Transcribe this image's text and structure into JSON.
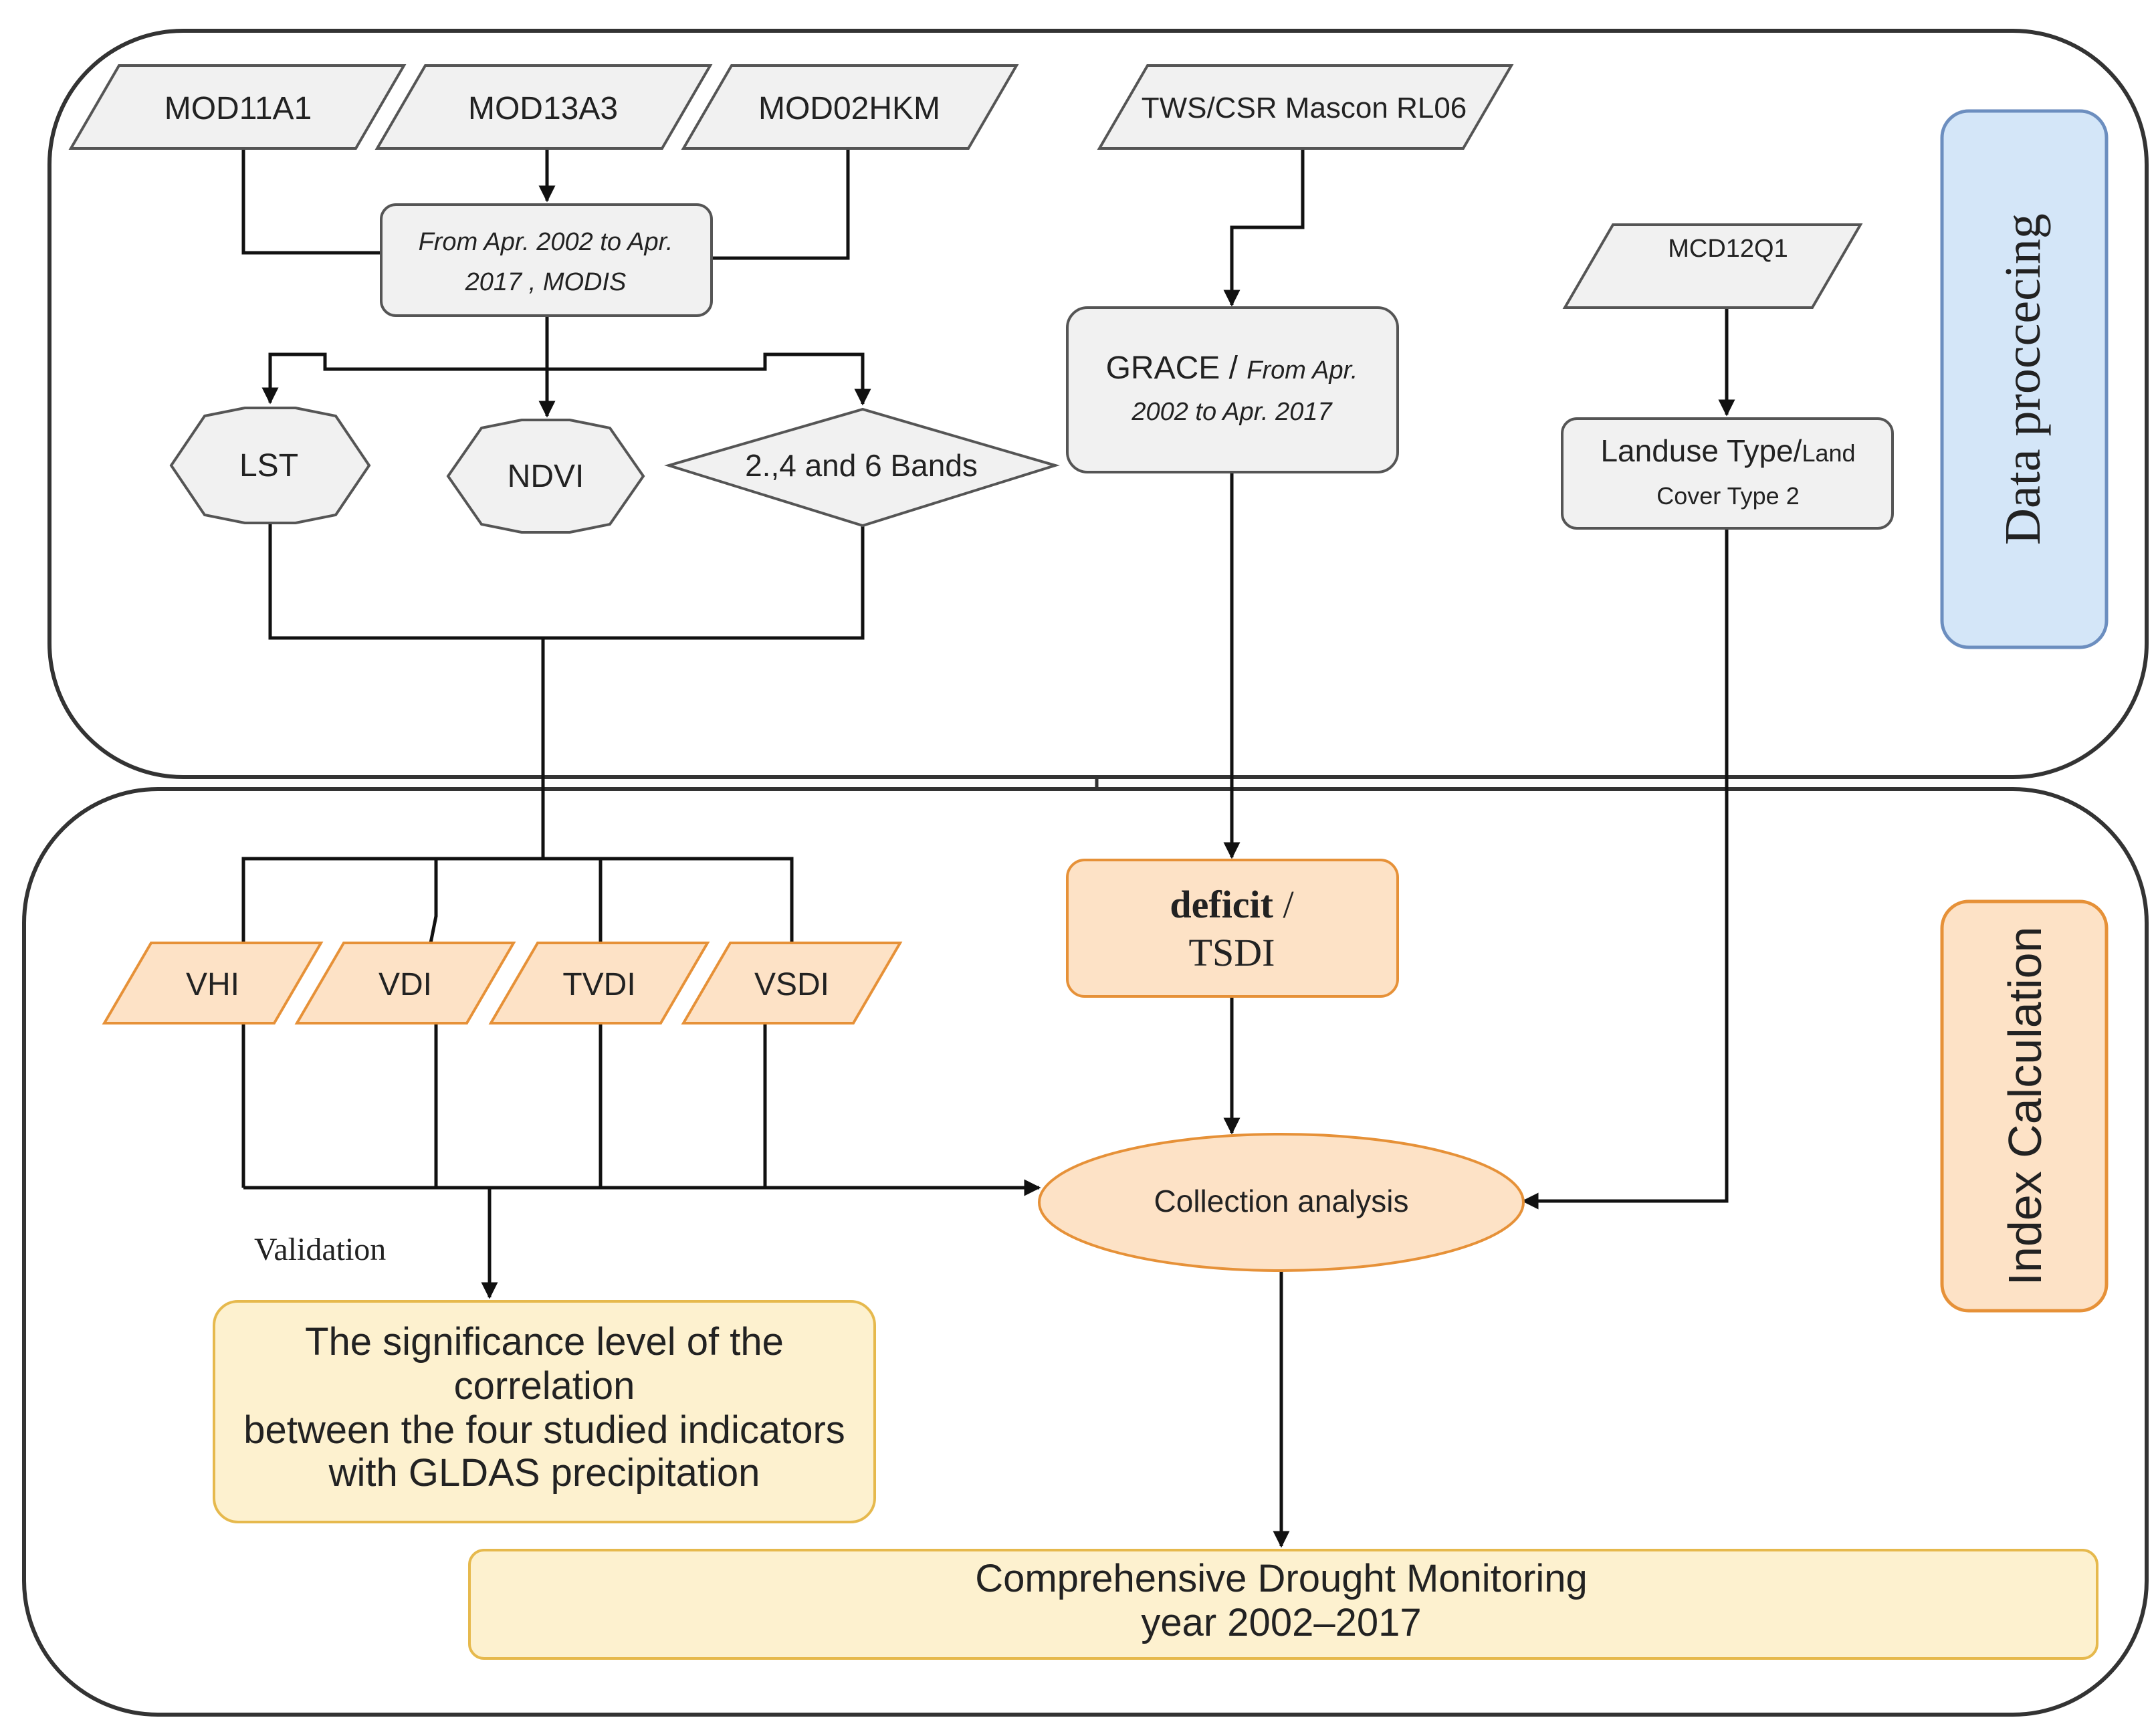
{
  "sections": {
    "data_processing": "Data  proccecing",
    "index_calculation": "Index Calculation"
  },
  "inputs": {
    "mod11a1": "MOD11A1",
    "mod13a3": "MOD13A3",
    "mod02hkm": "MOD02HKM",
    "tws": "TWS/CSR Mascon RL06",
    "mcd12q1": "MCD12Q1"
  },
  "modis_period": {
    "line1": "From Apr. 2002 to Apr.",
    "line2": "2017 , MODIS"
  },
  "products": {
    "lst": "LST",
    "ndvi": "NDVI",
    "bands": "2.,4 and 6 Bands"
  },
  "grace": {
    "name": "GRACE / ",
    "period_a": "From Apr.",
    "period_b": "2002 to Apr. 2017"
  },
  "landuse": {
    "part1": "Landuse Type/",
    "part2": "Land",
    "line2": "Cover Type 2"
  },
  "indices": {
    "vhi": "VHI",
    "vdi": "VDI",
    "tvdi": "TVDI",
    "vsdi": "VSDI"
  },
  "deficit": {
    "bold": "deficit",
    "rest": " /",
    "line2": "TSDI"
  },
  "collection": "Collection analysis",
  "validation": "Validation",
  "significance": [
    "The significance level of the",
    "correlation",
    "between the four studied indicators",
    "with GLDAS precipitation"
  ],
  "drought": [
    "Comprehensive Drought Monitoring",
    "year 2002–2017"
  ],
  "colors": {
    "gray_fill": "#f1f1f1",
    "gray_stroke": "#555555",
    "orange_fill": "#fde2c6",
    "orange_stroke": "#e69138",
    "yellow_fill": "#fdf1cf",
    "yellow_stroke": "#e6b94d",
    "blue_fill": "#d4e6f8",
    "blue_stroke": "#6c8ebf"
  }
}
